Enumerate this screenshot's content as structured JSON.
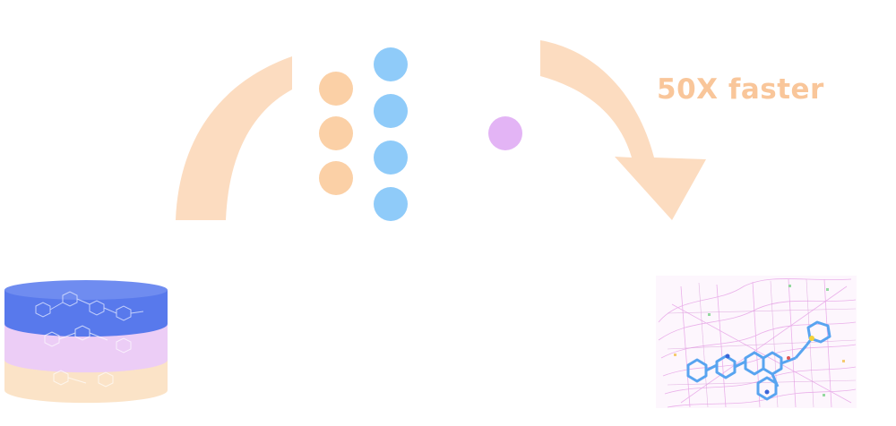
{
  "annotation": {
    "speed_label": "50X faster"
  },
  "colors": {
    "arrow": "#fcdcc0",
    "input_node": "#fbd0a6",
    "hidden_node": "#8fcbf9",
    "output_node": "#e3b4f5",
    "db_top": "#5879ec",
    "db_middle": "#eccdf6",
    "db_bottom": "#fbe3c7",
    "molecule_bonds": "#58a4f0",
    "protein_surface": "#e8a9e8"
  },
  "network": {
    "input_nodes": 3,
    "hidden_nodes": 4,
    "output_nodes": 1
  },
  "icons": {
    "left": "molecule-database-icon",
    "right": "protein-ligand-complex-icon"
  }
}
